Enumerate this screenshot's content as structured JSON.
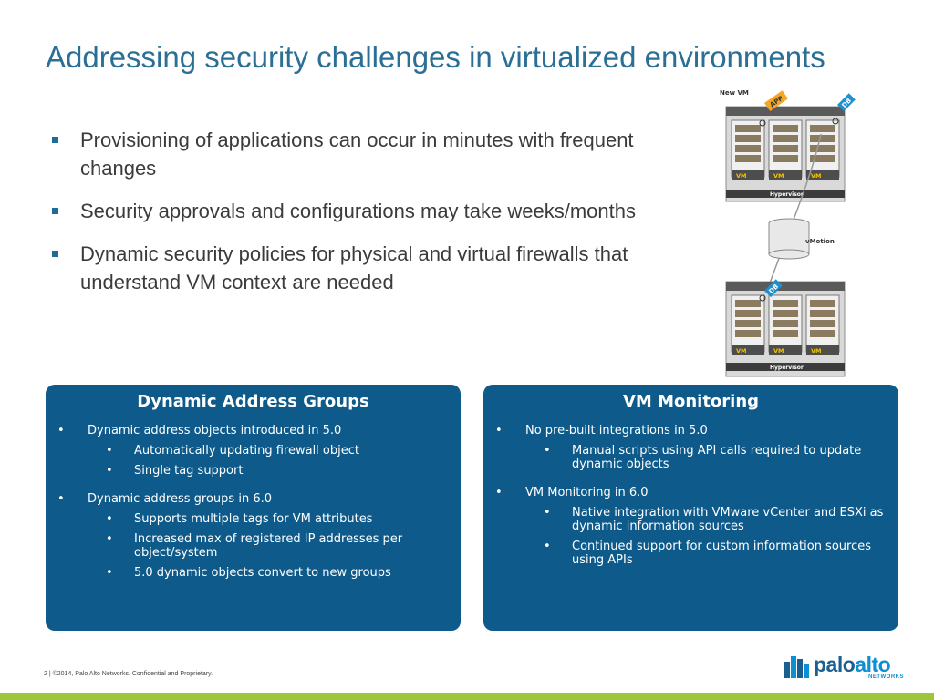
{
  "slide": {
    "title": "Addressing security challenges in virtualized environments",
    "bullets": [
      "Provisioning of applications can occur in minutes with frequent changes",
      "Security approvals and configurations may take weeks/months",
      "Dynamic security policies for physical and virtual firewalls that understand VM context are needed"
    ]
  },
  "diagram": {
    "new_vm_label": "New VM",
    "app_tag": "APP",
    "db_tag": "DB",
    "vm_label": "VM",
    "hypervisor_label": "Hypervisor",
    "vmotion_label": "vMotion"
  },
  "panels": [
    {
      "title": "Dynamic Address Groups",
      "items": [
        {
          "text": "Dynamic address objects introduced in 5.0",
          "sub": [
            "Automatically updating firewall object",
            "Single tag support"
          ]
        },
        {
          "text": "Dynamic address groups in 6.0",
          "sub": [
            "Supports multiple tags for VM attributes",
            "Increased max of registered IP addresses per object/system",
            "5.0 dynamic objects convert to new groups"
          ]
        }
      ]
    },
    {
      "title": "VM Monitoring",
      "items": [
        {
          "text": "No pre-built integrations in 5.0",
          "sub": [
            "Manual scripts using API calls required to update dynamic objects"
          ]
        },
        {
          "text": "VM Monitoring in 6.0",
          "sub": [
            "Native integration with VMware vCenter and ESXi as dynamic information sources",
            "Continued support for custom information sources using APIs"
          ]
        }
      ]
    }
  ],
  "footer": {
    "note": "2  |  ©2014, Palo Alto Networks. Confidential and Proprietary.",
    "logo_palo": "palo",
    "logo_alto": "alto",
    "logo_networks": "NETWORKS"
  },
  "colors": {
    "title": "#2a6f96",
    "panel": "#0e5a8a",
    "accent_green": "#9ec63b",
    "tag_orange": "#f5a623",
    "tag_blue": "#1f8fd0"
  },
  "icons": {
    "bullet": "square-bullet-icon",
    "logo": "paloalto-logo-icon"
  }
}
